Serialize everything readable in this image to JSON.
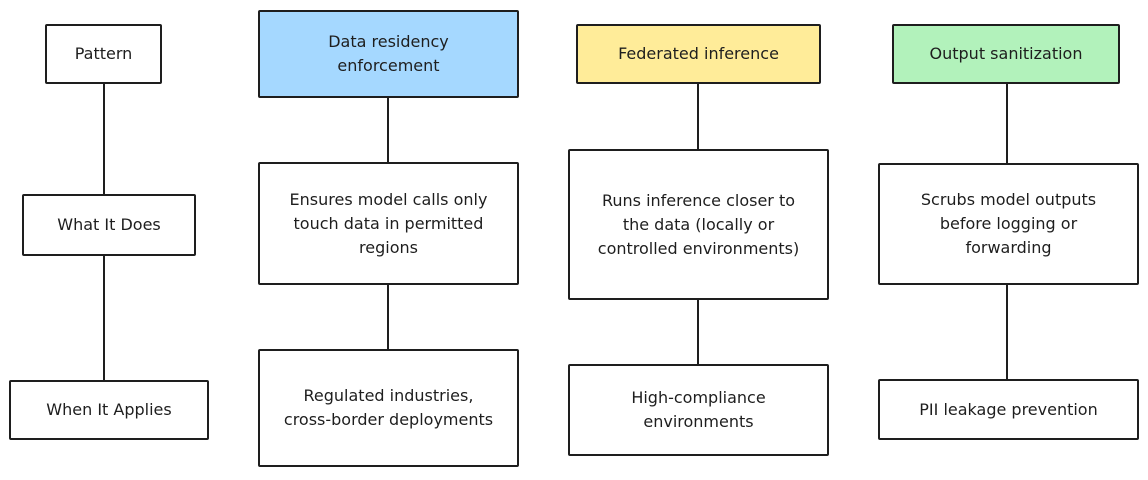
{
  "colors": {
    "stroke": "#1e1e1e",
    "background": "#ffffff",
    "residency_fill": "#a5d8ff",
    "federated_fill": "#ffec99",
    "sanitization_fill": "#b2f2bb"
  },
  "columns": [
    {
      "header": "Pattern",
      "what": "What It Does",
      "when": "When It Applies"
    },
    {
      "header": "Data residency\nenforcement",
      "what": "Ensures model calls only\ntouch data in permitted\nregions",
      "when": "Regulated industries,\ncross-border deployments"
    },
    {
      "header": "Federated inference",
      "what": "Runs inference closer to\nthe data (locally or\ncontrolled environments)",
      "when": "High-compliance\nenvironments"
    },
    {
      "header": "Output sanitization",
      "what": "Scrubs model outputs\nbefore logging or\nforwarding",
      "when": "PII leakage prevention"
    }
  ]
}
